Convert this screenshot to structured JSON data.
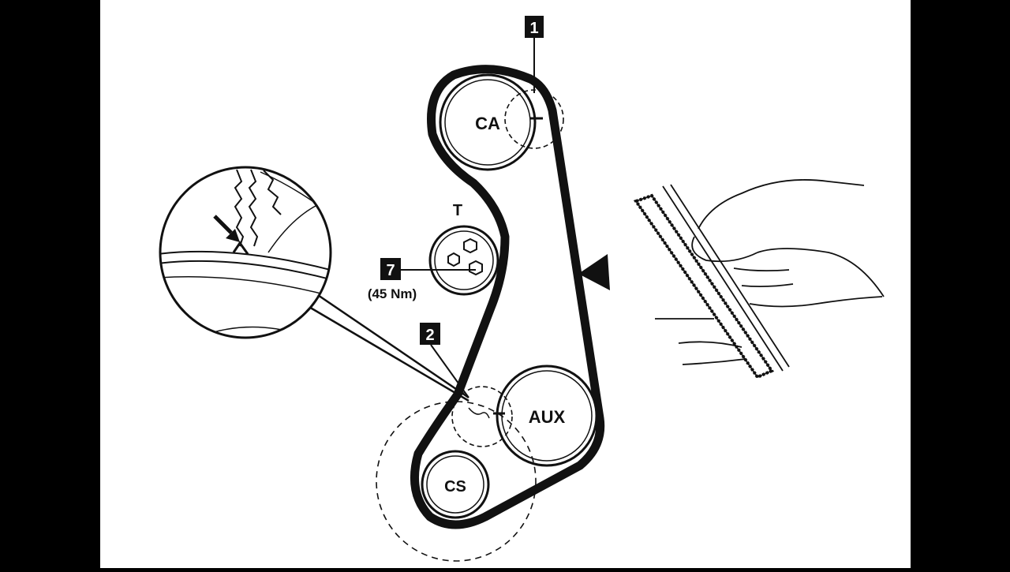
{
  "diagram": {
    "pulleys": {
      "camshaft": "CA",
      "tensioner": "T",
      "auxiliary": "AUX",
      "crankshaft": "CS"
    },
    "callouts": {
      "mark_camshaft": "1",
      "mark_crankshaft": "2",
      "tensioner_bolt": "7"
    },
    "torque_note": "(45 Nm)",
    "colors": {
      "background": "#000000",
      "paper": "#ffffff",
      "ink": "#111111",
      "badge": "#111111"
    },
    "icons": [
      "direction-arrow-icon",
      "detail-magnifier-icon",
      "hand-holding-belt-icon",
      "hex-bolt-icon"
    ]
  }
}
